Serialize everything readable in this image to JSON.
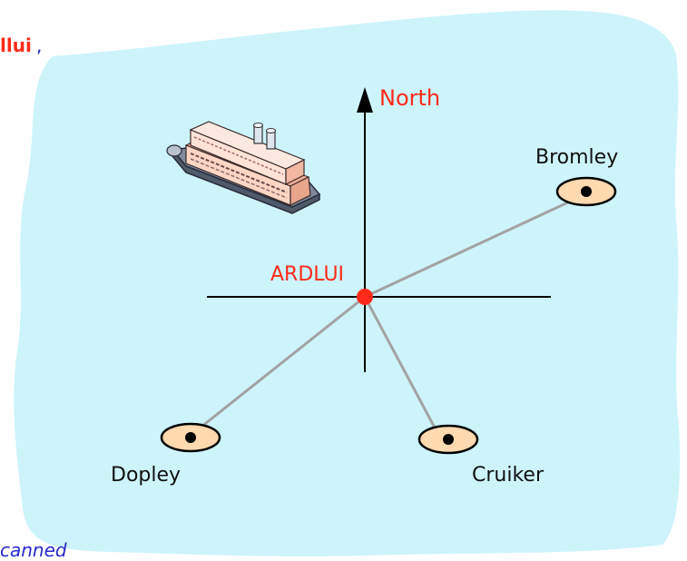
{
  "diagram": {
    "top_fragment": "llui",
    "top_fragment_comma": ",",
    "bottom_fragment": "canned",
    "compass_label": "North",
    "centre_label": "ARDLUI",
    "observers": [
      {
        "name": "Bromley"
      },
      {
        "name": "Dopley"
      },
      {
        "name": "Cruiker"
      }
    ],
    "colors": {
      "sea": "#cdf4fb",
      "label_red": "#ff2a1a",
      "line_grey": "#a3a3a3",
      "text_blue": "#2a2ad0"
    },
    "icons": [
      "ferry-icon",
      "eye-icon"
    ]
  }
}
